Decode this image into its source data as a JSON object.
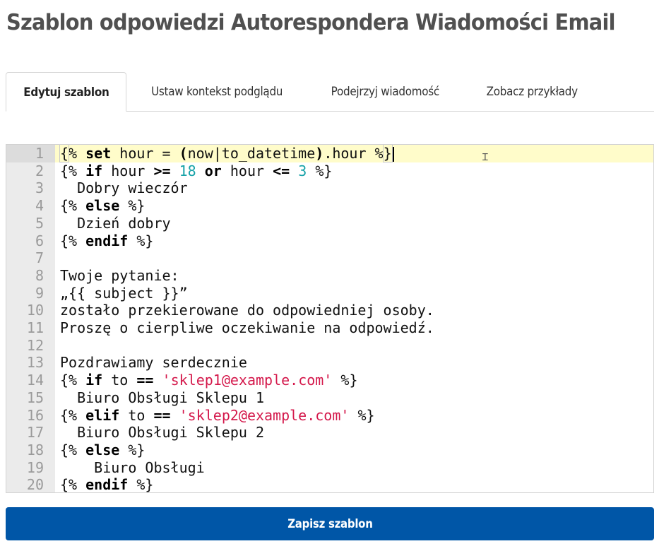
{
  "header": {
    "title": "Szablon odpowiedzi Autorespondera Wiadomości Email"
  },
  "tabs": [
    {
      "label": "Edytuj szablon",
      "active": true
    },
    {
      "label": "Ustaw kontekst podglądu",
      "active": false
    },
    {
      "label": "Podejrzyj wiadomość",
      "active": false
    },
    {
      "label": "Zobacz przykłady",
      "active": false
    }
  ],
  "editor": {
    "active_line": 1,
    "colors": {
      "keyword": "#000000",
      "number": "#17a2a8",
      "string": "#d4184b",
      "active_line_bg": "#fffcca",
      "gutter_bg": "#ebebeb"
    },
    "lines": [
      {
        "num": "1",
        "segments": [
          {
            "t": "{",
            "c": "bm"
          },
          {
            "t": "% "
          },
          {
            "t": "set",
            "c": "kw"
          },
          {
            "t": " hour = "
          },
          {
            "t": "(",
            "c": "kw"
          },
          {
            "t": "now|to_datetime"
          },
          {
            "t": ")",
            "c": "kw"
          },
          {
            "t": ".hour %"
          },
          {
            "t": "}",
            "c": "bm"
          }
        ],
        "text": "{% set hour = (now|to_datetime).hour %}"
      },
      {
        "num": "2",
        "segments": [
          {
            "t": "{% "
          },
          {
            "t": "if",
            "c": "kw"
          },
          {
            "t": " hour "
          },
          {
            "t": ">=",
            "c": "kw"
          },
          {
            "t": " "
          },
          {
            "t": "18",
            "c": "num"
          },
          {
            "t": " "
          },
          {
            "t": "or",
            "c": "kw"
          },
          {
            "t": " hour "
          },
          {
            "t": "<=",
            "c": "kw"
          },
          {
            "t": " "
          },
          {
            "t": "3",
            "c": "num"
          },
          {
            "t": " %}"
          }
        ],
        "text": "{% if hour >= 18 or hour <= 3 %}"
      },
      {
        "num": "3",
        "segments": [
          {
            "t": "  Dobry wieczór"
          }
        ],
        "text": "  Dobry wieczór"
      },
      {
        "num": "4",
        "segments": [
          {
            "t": "{% "
          },
          {
            "t": "else",
            "c": "kw"
          },
          {
            "t": " %}"
          }
        ],
        "text": "{% else %}"
      },
      {
        "num": "5",
        "segments": [
          {
            "t": "  Dzień dobry"
          }
        ],
        "text": "  Dzień dobry"
      },
      {
        "num": "6",
        "segments": [
          {
            "t": "{% "
          },
          {
            "t": "endif",
            "c": "kw"
          },
          {
            "t": " %}"
          }
        ],
        "text": "{% endif %}"
      },
      {
        "num": "7",
        "segments": [
          {
            "t": ""
          }
        ],
        "text": ""
      },
      {
        "num": "8",
        "segments": [
          {
            "t": "Twoje pytanie:"
          }
        ],
        "text": "Twoje pytanie:"
      },
      {
        "num": "9",
        "segments": [
          {
            "t": "„{{ subject }}”"
          }
        ],
        "text": "„{{ subject }}”"
      },
      {
        "num": "10",
        "segments": [
          {
            "t": "zostało przekierowane do odpowiedniej osoby."
          }
        ],
        "text": "zostało przekierowane do odpowiedniej osoby."
      },
      {
        "num": "11",
        "segments": [
          {
            "t": "Proszę o cierpliwe oczekiwanie na odpowiedź."
          }
        ],
        "text": "Proszę o cierpliwe oczekiwanie na odpowiedź."
      },
      {
        "num": "12",
        "segments": [
          {
            "t": ""
          }
        ],
        "text": ""
      },
      {
        "num": "13",
        "segments": [
          {
            "t": "Pozdrawiamy serdecznie"
          }
        ],
        "text": "Pozdrawiamy serdecznie"
      },
      {
        "num": "14",
        "segments": [
          {
            "t": "{% "
          },
          {
            "t": "if",
            "c": "kw"
          },
          {
            "t": " to "
          },
          {
            "t": "==",
            "c": "kw"
          },
          {
            "t": " "
          },
          {
            "t": "'sklep1@example.com'",
            "c": "str"
          },
          {
            "t": " %}"
          }
        ],
        "text": "{% if to == 'sklep1@example.com' %}"
      },
      {
        "num": "15",
        "segments": [
          {
            "t": "  Biuro Obsługi Sklepu 1"
          }
        ],
        "text": "  Biuro Obsługi Sklepu 1"
      },
      {
        "num": "16",
        "segments": [
          {
            "t": "{% "
          },
          {
            "t": "elif",
            "c": "kw"
          },
          {
            "t": " to "
          },
          {
            "t": "==",
            "c": "kw"
          },
          {
            "t": " "
          },
          {
            "t": "'sklep2@example.com'",
            "c": "str"
          },
          {
            "t": " %}"
          }
        ],
        "text": "{% elif to == 'sklep2@example.com' %}"
      },
      {
        "num": "17",
        "segments": [
          {
            "t": "  Biuro Obsługi Sklepu 2"
          }
        ],
        "text": "  Biuro Obsługi Sklepu 2"
      },
      {
        "num": "18",
        "segments": [
          {
            "t": "{% "
          },
          {
            "t": "else",
            "c": "kw"
          },
          {
            "t": " %}"
          }
        ],
        "text": "{% else %}"
      },
      {
        "num": "19",
        "segments": [
          {
            "t": "    Biuro Obsługi"
          }
        ],
        "text": "    Biuro Obsługi"
      },
      {
        "num": "20",
        "segments": [
          {
            "t": "{% "
          },
          {
            "t": "endif",
            "c": "kw"
          },
          {
            "t": " %}"
          }
        ],
        "text": "{% endif %}"
      }
    ]
  },
  "actions": {
    "save_label": "Zapisz szablon",
    "save_color": "#0056a7"
  }
}
